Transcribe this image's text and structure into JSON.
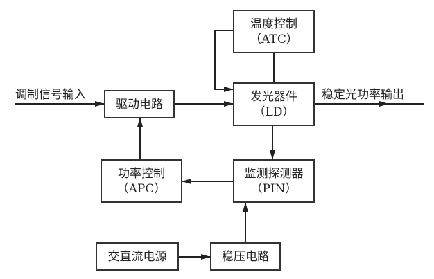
{
  "blocks": {
    "atc": {
      "line1": "温度控制",
      "line2": "（ATC）"
    },
    "ld": {
      "line1": "发光器件",
      "line2": "（LD）"
    },
    "drive": {
      "line1": "驱动电路"
    },
    "apc": {
      "line1": "功率控制",
      "line2": "（APC）"
    },
    "pin": {
      "line1": "监测探测器",
      "line2": "（PIN）"
    },
    "power": {
      "line1": "交直流电源"
    },
    "regulator": {
      "line1": "稳压电路"
    }
  },
  "labels": {
    "input": "调制信号输入",
    "output": "稳定光功率输出"
  }
}
